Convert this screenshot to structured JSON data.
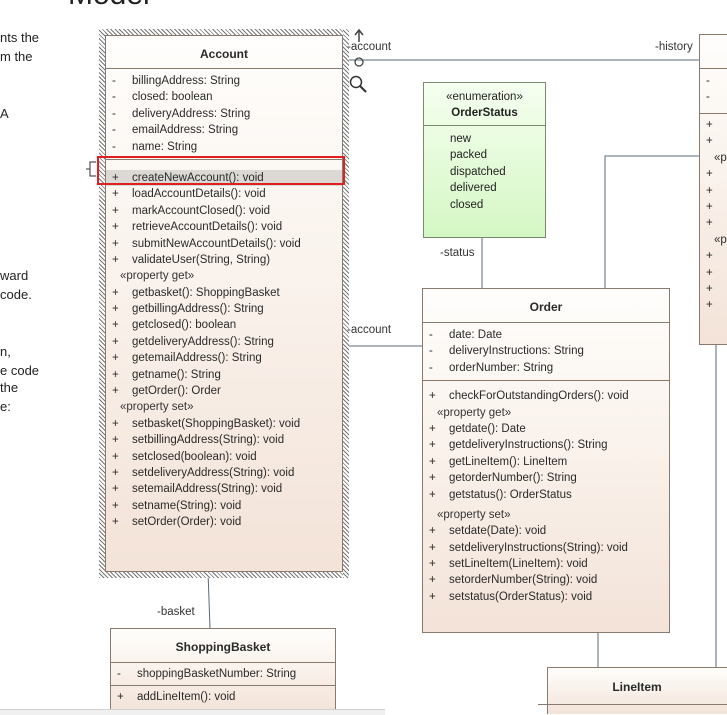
{
  "page": {
    "title": "Model",
    "left_text": [
      "nts the",
      "m the",
      "A",
      "ward",
      "code.",
      "n,",
      "e code",
      "the",
      "e:"
    ]
  },
  "account": {
    "name": "Account",
    "attributes": [
      {
        "vis": "-",
        "text": "billingAddress: String"
      },
      {
        "vis": "-",
        "text": "closed: boolean"
      },
      {
        "vis": "-",
        "text": "deliveryAddress: String"
      },
      {
        "vis": "-",
        "text": "emailAddress: String"
      },
      {
        "vis": "-",
        "text": "name: String"
      }
    ],
    "operations": [
      {
        "vis": "+",
        "text": "createNewAccount(): void"
      },
      {
        "vis": "+",
        "text": "loadAccountDetails(): void"
      },
      {
        "vis": "+",
        "text": "markAccountClosed(): void"
      },
      {
        "vis": "+",
        "text": "retrieveAccountDetails(): void"
      },
      {
        "vis": "+",
        "text": "submitNewAccountDetails(): void"
      },
      {
        "vis": "+",
        "text": "validateUser(String, String)"
      }
    ],
    "get_stereotype": "«property get»",
    "getters": [
      {
        "vis": "+",
        "text": "getbasket(): ShoppingBasket"
      },
      {
        "vis": "+",
        "text": "getbillingAddress(): String"
      },
      {
        "vis": "+",
        "text": "getclosed(): boolean"
      },
      {
        "vis": "+",
        "text": "getdeliveryAddress(): String"
      },
      {
        "vis": "+",
        "text": "getemailAddress(): String"
      },
      {
        "vis": "+",
        "text": "getname(): String"
      },
      {
        "vis": "+",
        "text": "getOrder(): Order"
      }
    ],
    "set_stereotype": "«property set»",
    "setters": [
      {
        "vis": "+",
        "text": "setbasket(ShoppingBasket): void"
      },
      {
        "vis": "+",
        "text": "setbillingAddress(String): void"
      },
      {
        "vis": "+",
        "text": "setclosed(boolean): void"
      },
      {
        "vis": "+",
        "text": "setdeliveryAddress(String): void"
      },
      {
        "vis": "+",
        "text": "setemailAddress(String): void"
      },
      {
        "vis": "+",
        "text": "setname(String): void"
      },
      {
        "vis": "+",
        "text": "setOrder(Order): void"
      }
    ]
  },
  "order_status": {
    "stereotype": "«enumeration»",
    "name": "OrderStatus",
    "literals": [
      "new",
      "packed",
      "dispatched",
      "delivered",
      "closed"
    ]
  },
  "order": {
    "name": "Order",
    "attributes": [
      {
        "vis": "-",
        "text": "date: Date"
      },
      {
        "vis": "-",
        "text": "deliveryInstructions: String"
      },
      {
        "vis": "-",
        "text": "orderNumber: String"
      }
    ],
    "operations": [
      {
        "vis": "+",
        "text": "checkForOutstandingOrders(): void"
      }
    ],
    "get_stereotype": "«property get»",
    "getters": [
      {
        "vis": "+",
        "text": "getdate(): Date"
      },
      {
        "vis": "+",
        "text": "getdeliveryInstructions(): String"
      },
      {
        "vis": "+",
        "text": "getLineItem(): LineItem"
      },
      {
        "vis": "+",
        "text": "getorderNumber(): String"
      },
      {
        "vis": "+",
        "text": "getstatus(): OrderStatus"
      }
    ],
    "set_stereotype": "«property set»",
    "setters": [
      {
        "vis": "+",
        "text": "setdate(Date): void"
      },
      {
        "vis": "+",
        "text": "setdeliveryInstructions(String): void"
      },
      {
        "vis": "+",
        "text": "setLineItem(LineItem): void"
      },
      {
        "vis": "+",
        "text": "setorderNumber(String): void"
      },
      {
        "vis": "+",
        "text": "setstatus(OrderStatus): void"
      }
    ]
  },
  "shopping_basket": {
    "name": "ShoppingBasket",
    "attributes": [
      {
        "vis": "-",
        "text": "shoppingBasketNumber: String"
      }
    ],
    "operations": [
      {
        "vis": "+",
        "text": "addLineItem(): void"
      }
    ]
  },
  "line_item": {
    "name": "LineItem"
  },
  "right_class": {
    "vis_marks": [
      "-",
      "-",
      "+",
      "+",
      "+",
      "+",
      "+",
      "+",
      "+",
      "+",
      "+",
      "+"
    ],
    "stereo_fragments": [
      "«p",
      "«p"
    ]
  },
  "labels": {
    "account_history": "-account",
    "history": "-history",
    "status": "-status",
    "account_order": "-account",
    "basket": "-basket"
  }
}
